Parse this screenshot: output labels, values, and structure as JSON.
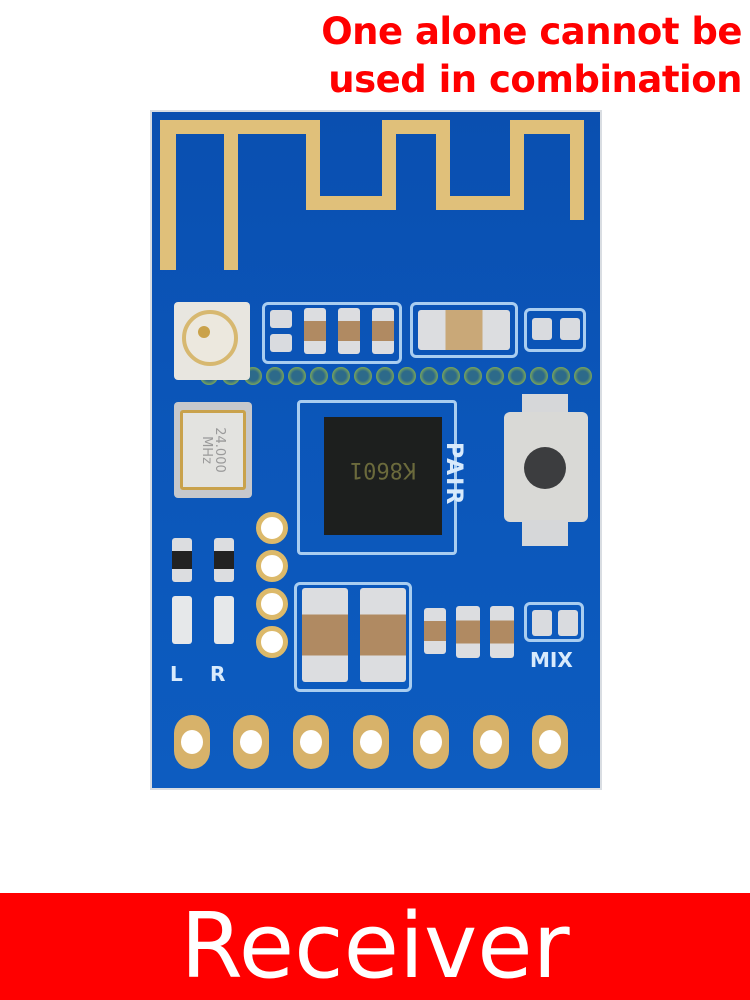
{
  "caption": {
    "line1": "One alone cannot be",
    "line2": "used in combination",
    "color": "#ff0000"
  },
  "pcb": {
    "board_color": "#0b55b8",
    "crystal_label": [
      "24.000",
      "MHz"
    ],
    "chip_marking": "K8601",
    "silkscreen": {
      "pair": "PAIR",
      "mix": "MIX",
      "left_led": "L",
      "right_led": "R"
    },
    "header_pads": 7
  },
  "banner": {
    "label": "Receiver",
    "color": "#ff0000"
  }
}
